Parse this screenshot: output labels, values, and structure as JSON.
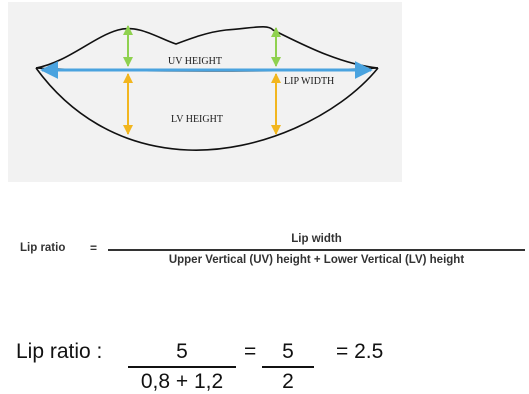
{
  "diagram": {
    "labels": {
      "uv_height": "UV HEIGHT",
      "lv_height": "LV HEIGHT",
      "lip_width": "LIP WIDTH"
    },
    "colors": {
      "lip_outline": "#111111",
      "width_arrow": "#4aa3df",
      "upper_arrow": "#8fd14f",
      "lower_arrow": "#f2b61f",
      "panel_bg": "#f2f2f2"
    }
  },
  "formula": {
    "label": "Lip ratio",
    "equals": "=",
    "numerator": "Lip width",
    "denominator": "Upper Vertical (UV) height + Lower Vertical (LV) height"
  },
  "calculation": {
    "label": "Lip ratio :",
    "fraction1": {
      "numerator": "5",
      "denominator": "0,8  + 1,2"
    },
    "equals1": "=",
    "fraction2": {
      "numerator": "5",
      "denominator": "2"
    },
    "result": "= 2.5"
  }
}
